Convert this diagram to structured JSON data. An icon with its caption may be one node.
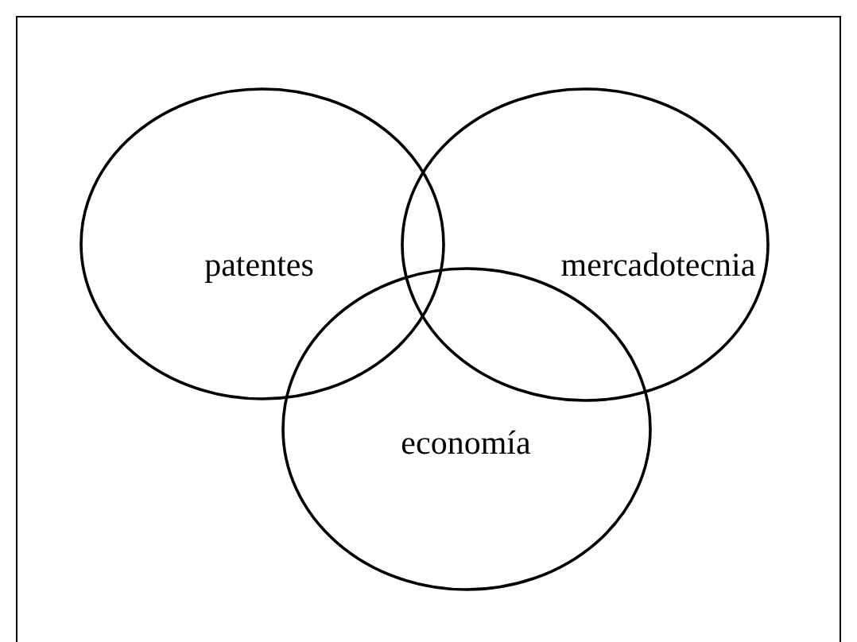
{
  "diagram": {
    "nodes": [
      {
        "text": [
          "patentes"
        ]
      },
      {
        "text": [
          "mercadotecnia"
        ]
      },
      {
        "text": [
          "economía"
        ]
      }
    ]
  }
}
